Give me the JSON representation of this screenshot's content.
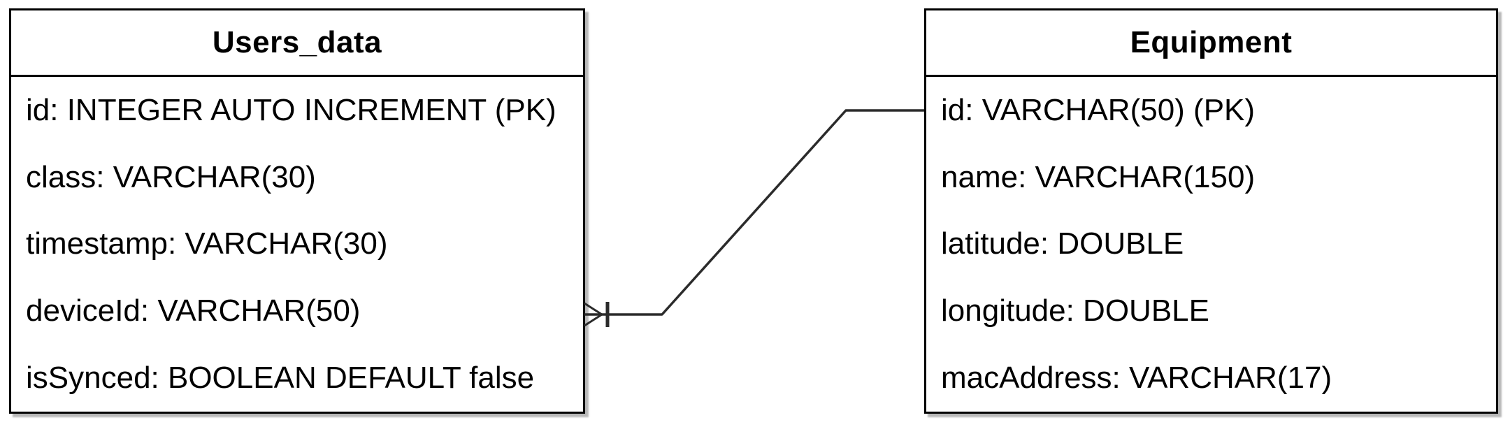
{
  "diagram_type": "entity-relationship",
  "tables": [
    {
      "title": "Users_data",
      "rows": [
        "id: INTEGER AUTO INCREMENT (PK)",
        "class: VARCHAR(30)",
        "timestamp: VARCHAR(30)",
        "deviceId: VARCHAR(50)",
        "isSynced: BOOLEAN DEFAULT false"
      ]
    },
    {
      "title": "Equipment",
      "rows": [
        "id: VARCHAR(50) (PK)",
        "name: VARCHAR(150)",
        "latitude: DOUBLE",
        "longitude: DOUBLE",
        "macAddress: VARCHAR(17)"
      ]
    }
  ],
  "relationship": {
    "from_table": "Users_data",
    "to_table": "Equipment",
    "cardinality": "many-to-one",
    "notation_at_users_data": "crow-foot-many-with-one-tick",
    "notation_at_equipment": "plain-line-end"
  },
  "colors": {
    "background": "#ffffff",
    "table_fill": "#ffffff",
    "border": "#000000",
    "connector": "#2b2b2b",
    "text": "#000000"
  }
}
